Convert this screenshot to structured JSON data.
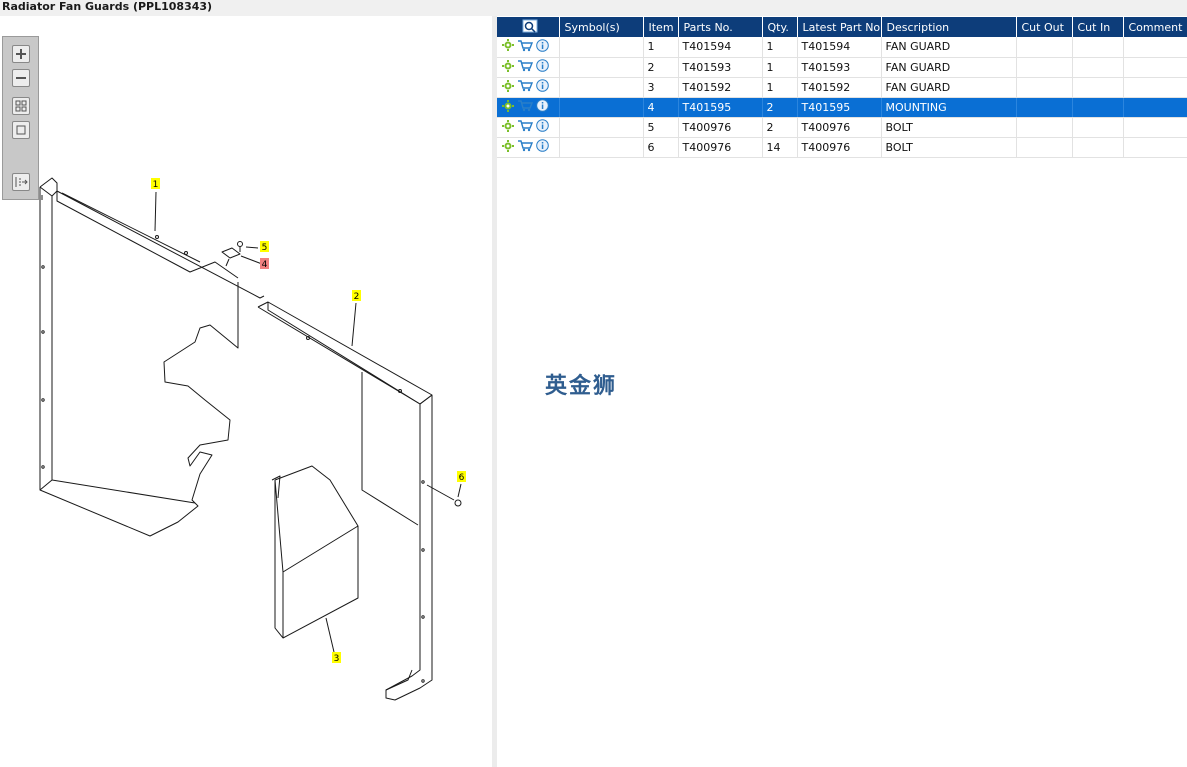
{
  "window": {
    "title": "Radiator Fan Guards (PPL108343)"
  },
  "toolbox": {
    "tools": [
      {
        "name": "zoom-in-icon"
      },
      {
        "name": "zoom-out-icon"
      },
      {
        "name": "fit-all-icon"
      },
      {
        "name": "actual-size-icon"
      },
      {
        "name": "collapse-panel-icon"
      }
    ]
  },
  "drawing": {
    "callouts": [
      {
        "label": "1",
        "highlighted": false
      },
      {
        "label": "2",
        "highlighted": false
      },
      {
        "label": "3",
        "highlighted": false
      },
      {
        "label": "4",
        "highlighted": true
      },
      {
        "label": "5",
        "highlighted": false
      },
      {
        "label": "6",
        "highlighted": false
      }
    ],
    "callout_color": "#ffff00",
    "highlight_color": "#f08080"
  },
  "table": {
    "columns": [
      "",
      "Symbol(s)",
      "Item",
      "Parts No.",
      "Qty.",
      "Latest Part No.",
      "Description",
      "Cut Out",
      "Cut In",
      "Comment"
    ],
    "rows": [
      {
        "symbols": "",
        "item": "1",
        "part_no": "T401594",
        "qty": "1",
        "latest": "T401594",
        "desc": "FAN GUARD",
        "cut_out": "",
        "cut_in": "",
        "comment": "",
        "selected": false
      },
      {
        "symbols": "",
        "item": "2",
        "part_no": "T401593",
        "qty": "1",
        "latest": "T401593",
        "desc": "FAN GUARD",
        "cut_out": "",
        "cut_in": "",
        "comment": "",
        "selected": false
      },
      {
        "symbols": "",
        "item": "3",
        "part_no": "T401592",
        "qty": "1",
        "latest": "T401592",
        "desc": "FAN GUARD",
        "cut_out": "",
        "cut_in": "",
        "comment": "",
        "selected": false
      },
      {
        "symbols": "",
        "item": "4",
        "part_no": "T401595",
        "qty": "2",
        "latest": "T401595",
        "desc": "MOUNTING",
        "cut_out": "",
        "cut_in": "",
        "comment": "",
        "selected": true
      },
      {
        "symbols": "",
        "item": "5",
        "part_no": "T400976",
        "qty": "2",
        "latest": "T400976",
        "desc": "BOLT",
        "cut_out": "",
        "cut_in": "",
        "comment": "",
        "selected": false
      },
      {
        "symbols": "",
        "item": "6",
        "part_no": "T400976",
        "qty": "14",
        "latest": "T400976",
        "desc": "BOLT",
        "cut_out": "",
        "cut_in": "",
        "comment": "",
        "selected": false
      }
    ],
    "header_color": "#0d3d7a",
    "selected_color": "#0a6fd4"
  },
  "watermark": {
    "text": "英金狮"
  }
}
